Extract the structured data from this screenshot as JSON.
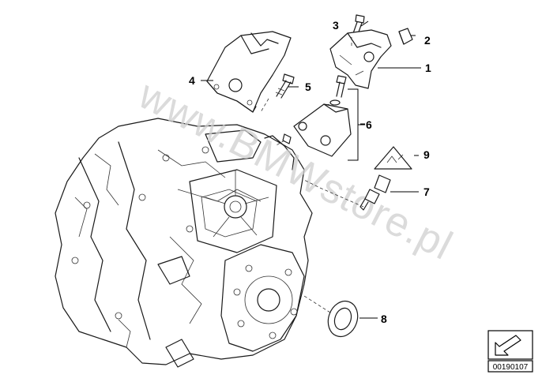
{
  "watermark": "www.BMWstore.pl",
  "reference_number": "00190107",
  "parts": [
    {
      "number": "1"
    },
    {
      "number": "2"
    },
    {
      "number": "3"
    },
    {
      "number": "4"
    },
    {
      "number": "5"
    },
    {
      "number": "6"
    },
    {
      "number": "7"
    },
    {
      "number": "8"
    },
    {
      "number": "9"
    }
  ]
}
